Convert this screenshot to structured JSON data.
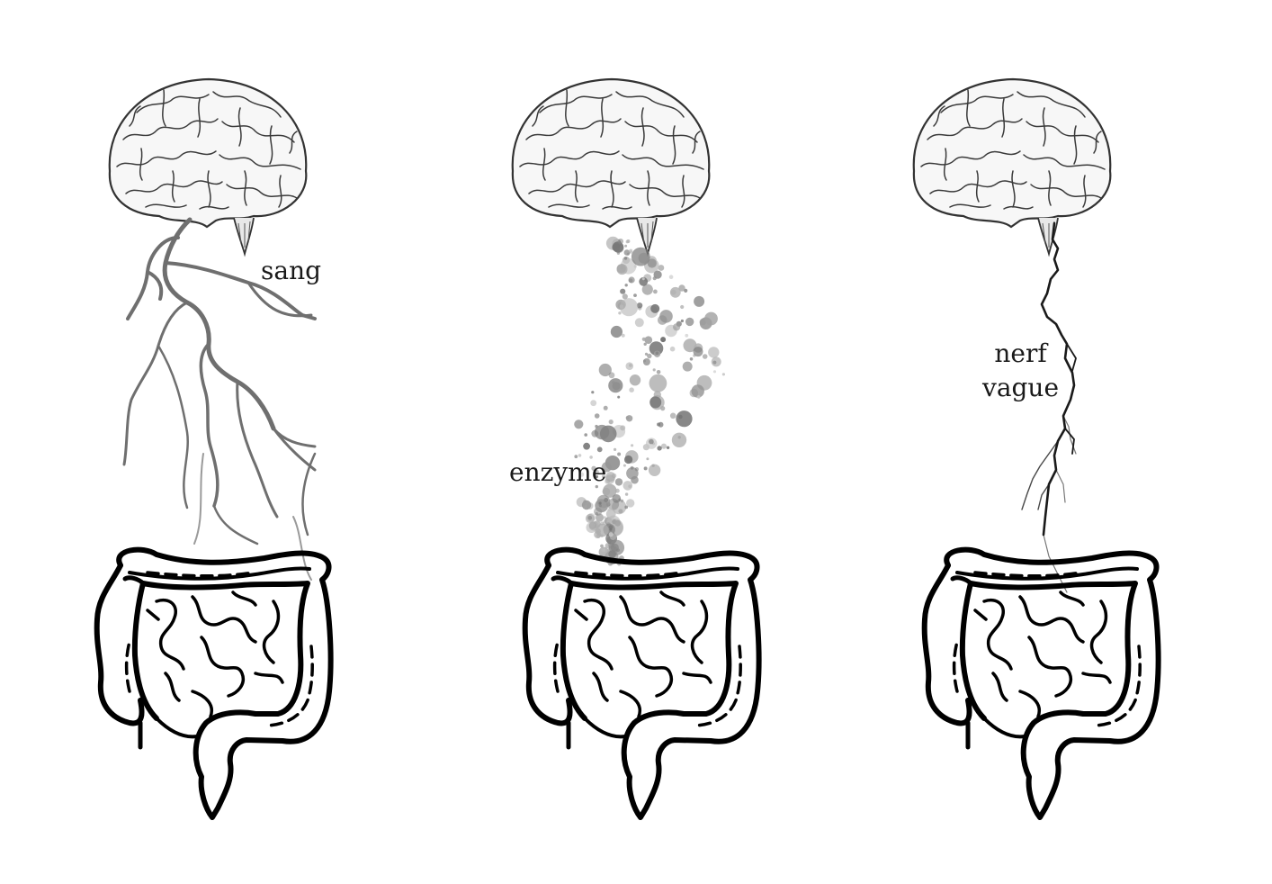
{
  "panels": [
    {
      "id": "blood",
      "label_lines": [
        "sang"
      ]
    },
    {
      "id": "enzyme",
      "label_lines": [
        "enzyme"
      ]
    },
    {
      "id": "vagus",
      "label_lines": [
        "nerf",
        "vague"
      ]
    }
  ],
  "colors": {
    "outline": "#000000",
    "brain_stroke": "#333333",
    "vessel": "#6f6f6f",
    "nerve": "#1a1a1a",
    "particle": "#8c8c8c"
  },
  "icons": [
    "brain-icon",
    "intestine-icon",
    "blood-vessel-icon",
    "enzyme-particles-icon",
    "nerve-icon"
  ]
}
